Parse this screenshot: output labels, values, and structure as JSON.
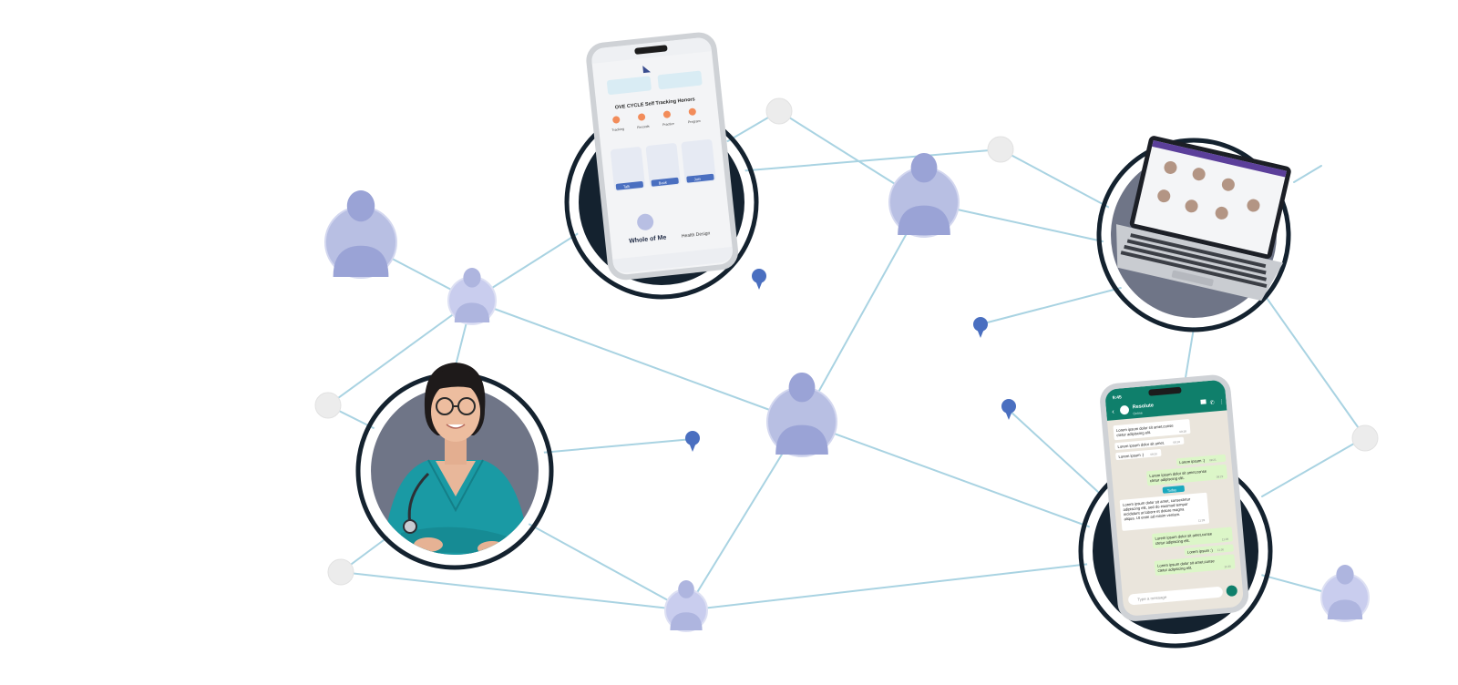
{
  "colors": {
    "line": "#a9d3e2",
    "node_fill": "#b8bfe3",
    "node_stroke": "#d3d7ef",
    "silhouette": "#9aa3d6",
    "dot": "#ececec",
    "ring_dark": "#14222f",
    "ring_gap": "#ffffff",
    "pin": "#4a6fc0",
    "doctor_bg": "#6f7587",
    "scrubs": "#1a9aa4",
    "chat_header": "#0f7f6b",
    "chat_bubble_out": "#dcf6c8",
    "chat_bubble_in": "#ffffff"
  },
  "icons": {
    "node": "person-silhouette-icon",
    "pin": "map-pin-icon",
    "device_1": "smartphone-app-icon",
    "device_2": "laptop-icon",
    "device_3": "smartphone-chat-icon"
  },
  "phone_app": {
    "banner": "OVE CYCLE Self Tracking Honors",
    "nav": [
      "Tracking",
      "Records",
      "Practice",
      "Program"
    ],
    "buttons": [
      "Talk",
      "Book",
      "Join"
    ],
    "footer": "Whole of Me",
    "footer_side": "Health Design"
  },
  "chat": {
    "time": "9:45",
    "contact": "Resolute",
    "status": "Online",
    "messages": [
      {
        "dir": "in",
        "text": "Lorem ipsum dolor sit amet,conse ctetur adipiscing elit.",
        "time": "09:18"
      },
      {
        "dir": "in",
        "text": "Lorem ipsum dolor sit amet.",
        "time": "09:19"
      },
      {
        "dir": "in",
        "text": "Lorem ipsum :)",
        "time": "09:20"
      },
      {
        "dir": "out",
        "text": "Lorem ipsum :)",
        "time": "09:21"
      },
      {
        "dir": "out",
        "text": "Lorem ipsum dolor sit amet,conse ctetur adipiscing elit.",
        "time": "09:22"
      },
      {
        "dir": "center",
        "text": "Today"
      },
      {
        "dir": "in",
        "text": "Lorem ipsum dolor sit amet, consectetur adipiscing elit, sed do eiusmod tempor incididunt ut labore et dolore magna aliqua. Ut enim ad minim veniam.",
        "time": "11:28"
      },
      {
        "dir": "out",
        "text": "Lorem ipsum dolor sit amet,conse ctetur adipiscing elit.",
        "time": "11:29"
      },
      {
        "dir": "out",
        "text": "Lorem ipsum :)",
        "time": "11:30"
      },
      {
        "dir": "out",
        "text": "Lorem ipsum dolor sit amet,conse ctetur adipiscing elit.",
        "time": "11:30"
      }
    ],
    "input_placeholder": "Type a message"
  }
}
